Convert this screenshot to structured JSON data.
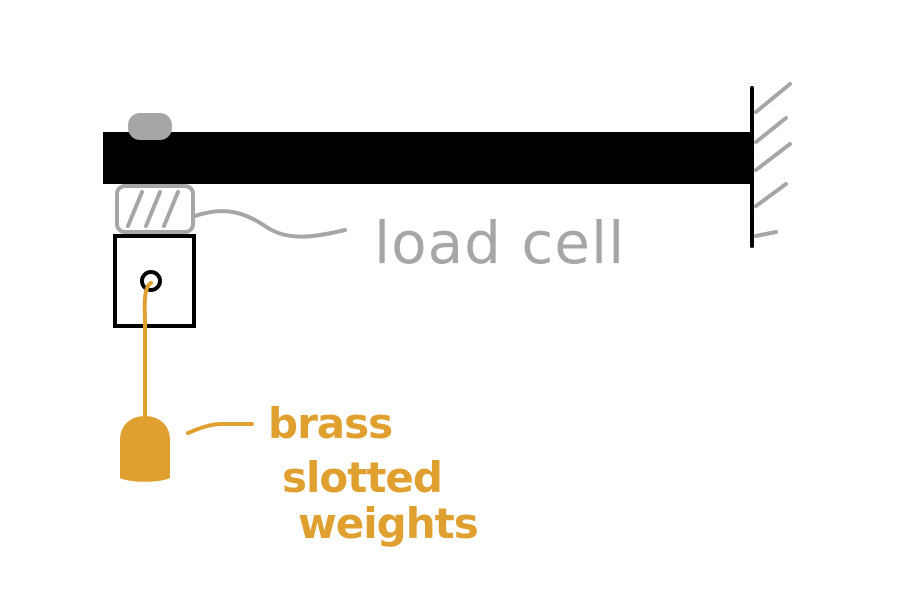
{
  "labels": {
    "load_cell": "load cell",
    "weights": [
      "brass",
      "slotted",
      "weights"
    ]
  },
  "colors": {
    "beam": "#000000",
    "wall": "#000000",
    "hatch": "#a6a6a6",
    "load_cell": "#a6a6a6",
    "bolt": "#a6a6a6",
    "weights": "#e0a030",
    "block": "#000000",
    "background": "#ffffff"
  }
}
